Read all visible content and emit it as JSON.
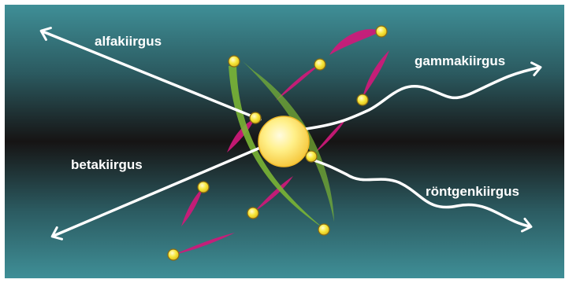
{
  "labels": {
    "alpha": "alfakiirgus",
    "beta": "betakiirgus",
    "gamma": "gammakiirgus",
    "xray": "röntgenkiirgus"
  },
  "colors": {
    "bg_edge": "#3f8f97",
    "bg_center": "#161414",
    "orbit_green": "#7ab535",
    "trail_magenta": "#d0197a",
    "electron": "#f3e53a",
    "nucleus": "#ffe66b",
    "ray": "#ffffff"
  }
}
